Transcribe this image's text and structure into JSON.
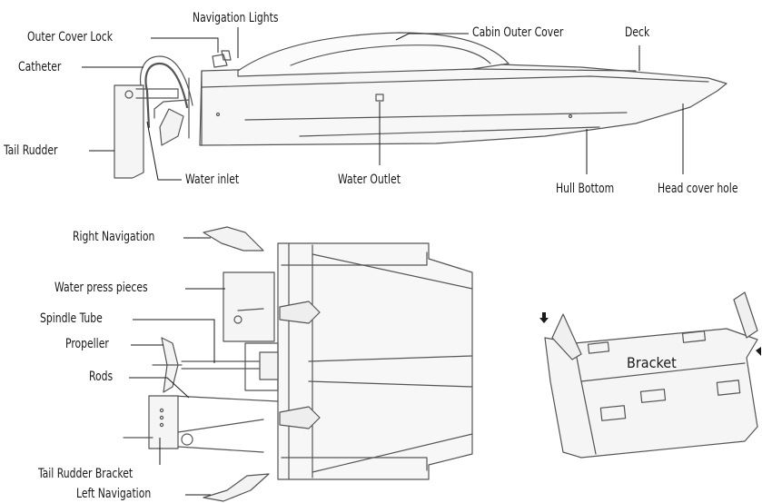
{
  "side_view": {
    "labels": {
      "outer_cover_lock": "Outer Cover Lock",
      "navigation_lights": "Navigation Lights",
      "cabin_outer_cover": "Cabin Outer Cover",
      "deck": "Deck",
      "catheter": "Catheter",
      "tail_rudder": "Tail Rudder",
      "water_inlet": "Water inlet",
      "water_outlet": "Water Outlet",
      "hull_bottom": "Hull Bottom",
      "head_cover_hole": "Head cover hole"
    }
  },
  "top_view": {
    "labels": {
      "right_navigation": "Right Navigation",
      "water_press_pieces": "Water press pieces",
      "spindle_tube": "Spindle Tube",
      "propeller": "Propeller",
      "rods": "Rods",
      "tail_rudder_bracket": "Tail Rudder Bracket",
      "left_navigation": "Left Navigation"
    }
  },
  "bracket": {
    "label": "Bracket"
  },
  "colors": {
    "line": "#1a1a1a",
    "outline": "#555555",
    "fill": "#f3f3f3"
  }
}
